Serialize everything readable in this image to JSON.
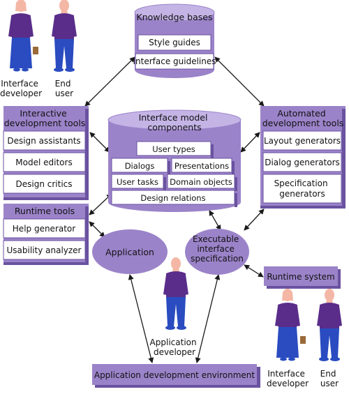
{
  "people": {
    "top_left": {
      "interface_developer": [
        "Interface",
        "developer"
      ],
      "end_user": [
        "End",
        "user"
      ]
    },
    "bottom_right": {
      "interface_developer": [
        "Interface",
        "developer"
      ],
      "end_user": [
        "End",
        "user"
      ]
    },
    "application_developer": [
      "Application",
      "developer"
    ]
  },
  "knowledge_bases": {
    "title": "Knowledge bases",
    "items": [
      "Style guides",
      "Interface guidelines"
    ]
  },
  "interactive_tools": {
    "title": [
      "Interactive",
      "development tools"
    ],
    "items": [
      "Design assistants",
      "Model editors",
      "Design critics"
    ]
  },
  "model_components": {
    "title": [
      "Interface model",
      "components"
    ],
    "items": {
      "user_types": "User types",
      "dialogs": "Dialogs",
      "presentations": "Presentations",
      "user_tasks": "User tasks",
      "domain_objects": "Domain objects",
      "design_relations": "Design relations"
    }
  },
  "automated_tools": {
    "title": [
      "Automated",
      "development tools"
    ],
    "items": [
      "Layout generators",
      "Dialog generators"
    ],
    "spec_generators": [
      "Specification",
      "generators"
    ]
  },
  "runtime_tools": {
    "title": "Runtime tools",
    "items": [
      "Help generator",
      "Usability analyzer"
    ]
  },
  "application": "Application",
  "executable_spec": [
    "Executable",
    "interface",
    "specification"
  ],
  "runtime_system": "Runtime system",
  "app_dev_env": "Application development environment",
  "colors": {
    "purple": "#9b83c9",
    "purple_dark": "#6a52a0",
    "cylinder_top": "#c4b4e6",
    "white": "#ffffff",
    "shirt": "#5a2d8a",
    "pants": "#2a4cc0",
    "skin": "#f4b7a5",
    "bag": "#9a6a3a"
  },
  "icons": [
    "person-icon",
    "arrow-icon"
  ]
}
